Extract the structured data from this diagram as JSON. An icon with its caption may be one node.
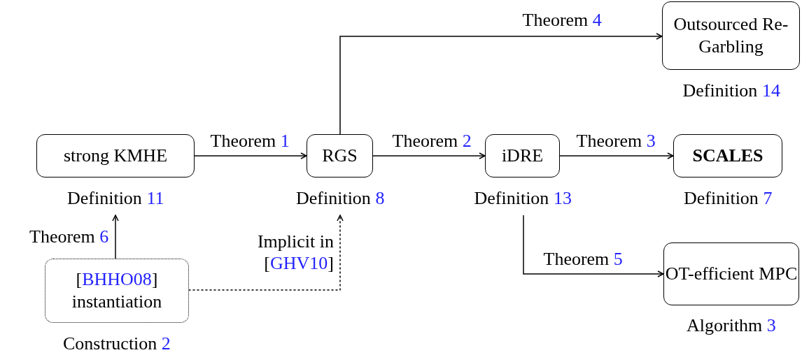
{
  "diagram": {
    "nodes": [
      {
        "text": [
          "strong KMHE"
        ],
        "beside": [
          "Definition 11"
        ]
      },
      {
        "text": [
          "RGS"
        ],
        "beside": [
          "Definition 8"
        ]
      },
      {
        "text": [
          "iDRE"
        ],
        "beside": [
          "Definition 13"
        ]
      },
      {
        "text": [
          "SCALES"
        ],
        "beside": [
          "Definition 7"
        ]
      },
      {
        "text": [
          "Outsourced Re-Garbling"
        ],
        "beside": [
          "Definition 14"
        ]
      },
      {
        "text": [
          "OT-efficient MPC"
        ],
        "beside": [
          "Algorithm 3"
        ]
      },
      {
        "text": [
          "[BHHO08] instantiation"
        ],
        "beside": [
          "Construction 2"
        ]
      }
    ],
    "edges": [
      {
        "from": 0,
        "to": 1,
        "arrow": "to",
        "label": "Theorem 1"
      },
      {
        "from": 1,
        "to": 2,
        "arrow": "to",
        "label": "Theorem 2"
      },
      {
        "from": 2,
        "to": 3,
        "arrow": "to",
        "label": "Theorem 3"
      },
      {
        "from": 1,
        "to": 4,
        "arrow": "to",
        "label": "Theorem 4"
      },
      {
        "from": 2,
        "to": 5,
        "arrow": "to",
        "label": "Theorem 5"
      },
      {
        "from": 6,
        "to": 0,
        "arrow": "to",
        "label": "Theorem 6"
      },
      {
        "from": 6,
        "to": 1,
        "arrow": "to",
        "label": "Implicit in [GHV10]",
        "style": "dashed"
      }
    ]
  }
}
